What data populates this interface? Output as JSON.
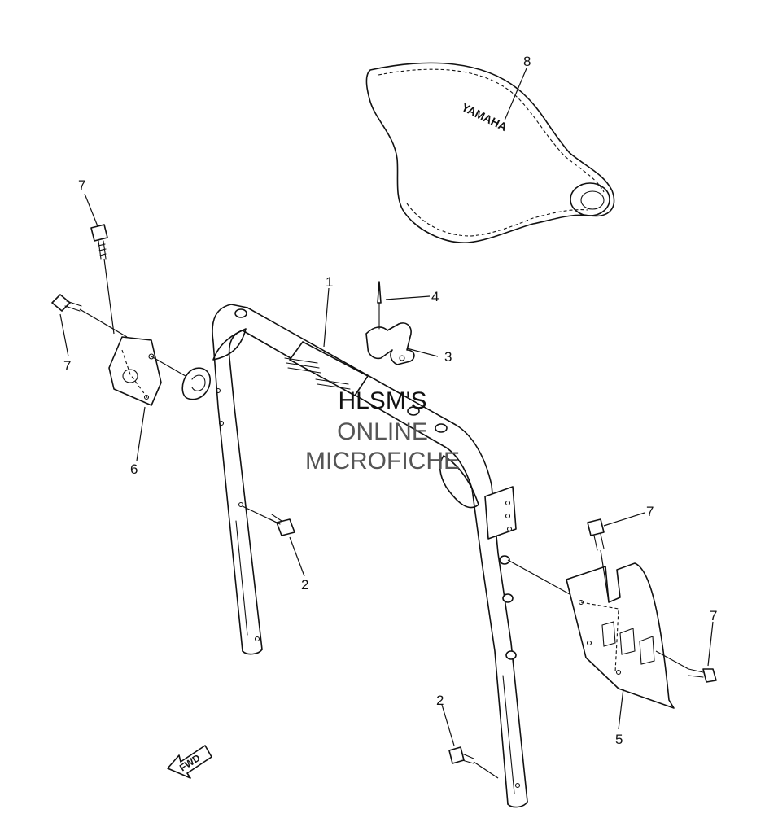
{
  "diagram": {
    "callouts": {
      "c1": "1",
      "c2a": "2",
      "c2b": "2",
      "c3": "3",
      "c4": "4",
      "c5": "5",
      "c6": "6",
      "c7a": "7",
      "c7b": "7",
      "c7c": "7",
      "c7d": "7",
      "c8": "8"
    },
    "seat_brand": "YAMAHA",
    "fwd_label": "FWD"
  },
  "watermark": {
    "line1": "HLSM'S",
    "line2": "ONLINE",
    "line3": "MICROFICHE",
    "color_primary": "#111111",
    "color_secondary": "#555555"
  }
}
